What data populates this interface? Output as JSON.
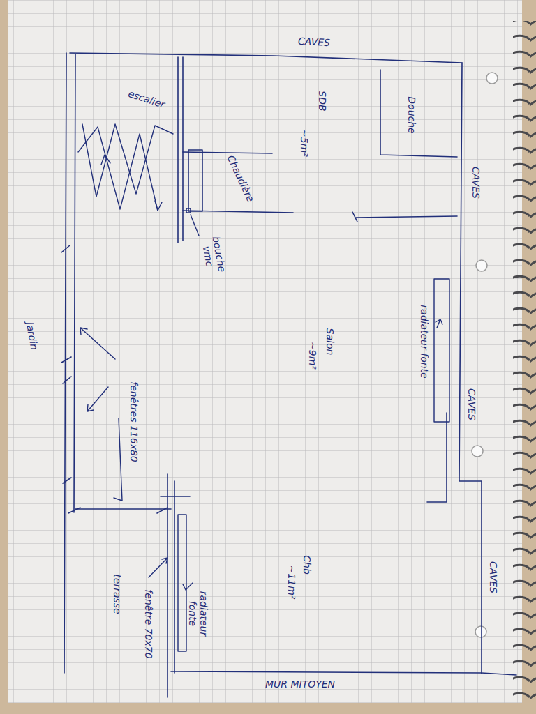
{
  "diagram": {
    "nodes": [
      {
        "text": [
          "escalier"
        ]
      },
      {
        "text": [
          "SDB",
          "~5m²"
        ]
      },
      {
        "text": [
          "Douche"
        ],
        "in": 1
      },
      {
        "text": [
          "Chaudière"
        ],
        "in": 1
      },
      {
        "text": [
          "Salon",
          "~9m²"
        ]
      },
      {
        "text": [
          "Chb",
          "~11m²"
        ]
      }
    ],
    "labels": [
      "CAVES",
      "CAVES",
      "bouche vmc",
      "Jardin",
      "radiateur fonte",
      "CAVES",
      "fenêtres 116x80",
      "CAVES",
      "radiateur fonte",
      "fenêtre 70x70",
      "terrasse",
      "MUR MITOYEN"
    ]
  }
}
